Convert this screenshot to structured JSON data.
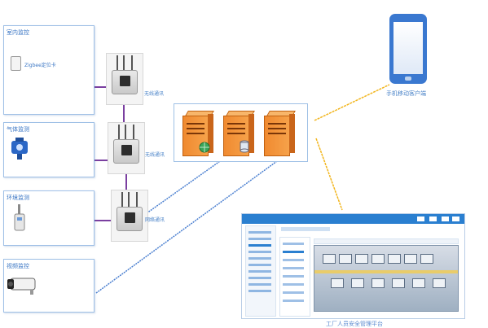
{
  "panels": [
    {
      "id": "indoor",
      "title": "室内监控",
      "device_label": "Zigbee定位卡"
    },
    {
      "id": "gas",
      "title": "气体监测",
      "device_label": ""
    },
    {
      "id": "env",
      "title": "环境监测",
      "device_label": ""
    },
    {
      "id": "video",
      "title": "视频监控",
      "device_label": ""
    }
  ],
  "gateway_labels": [
    "无线通讯",
    "无线通讯",
    "网络通讯"
  ],
  "mobile_label": "手机移动客户端",
  "platform_label": "工厂人员安全管理平台",
  "colors": {
    "panel_border": "#9fc0e6",
    "title_text": "#3a76c4",
    "link_purple": "#7a3fa0",
    "link_blue": "#4a7fd0",
    "link_orange": "#f2b51c",
    "server_orange": "#f08a30",
    "phone_blue": "#3a78d0"
  },
  "icons": [
    "zigbee-card-icon",
    "gas-detector-icon",
    "env-sensor-icon",
    "camera-icon",
    "gateway-icon",
    "server-icon",
    "phone-icon"
  ]
}
